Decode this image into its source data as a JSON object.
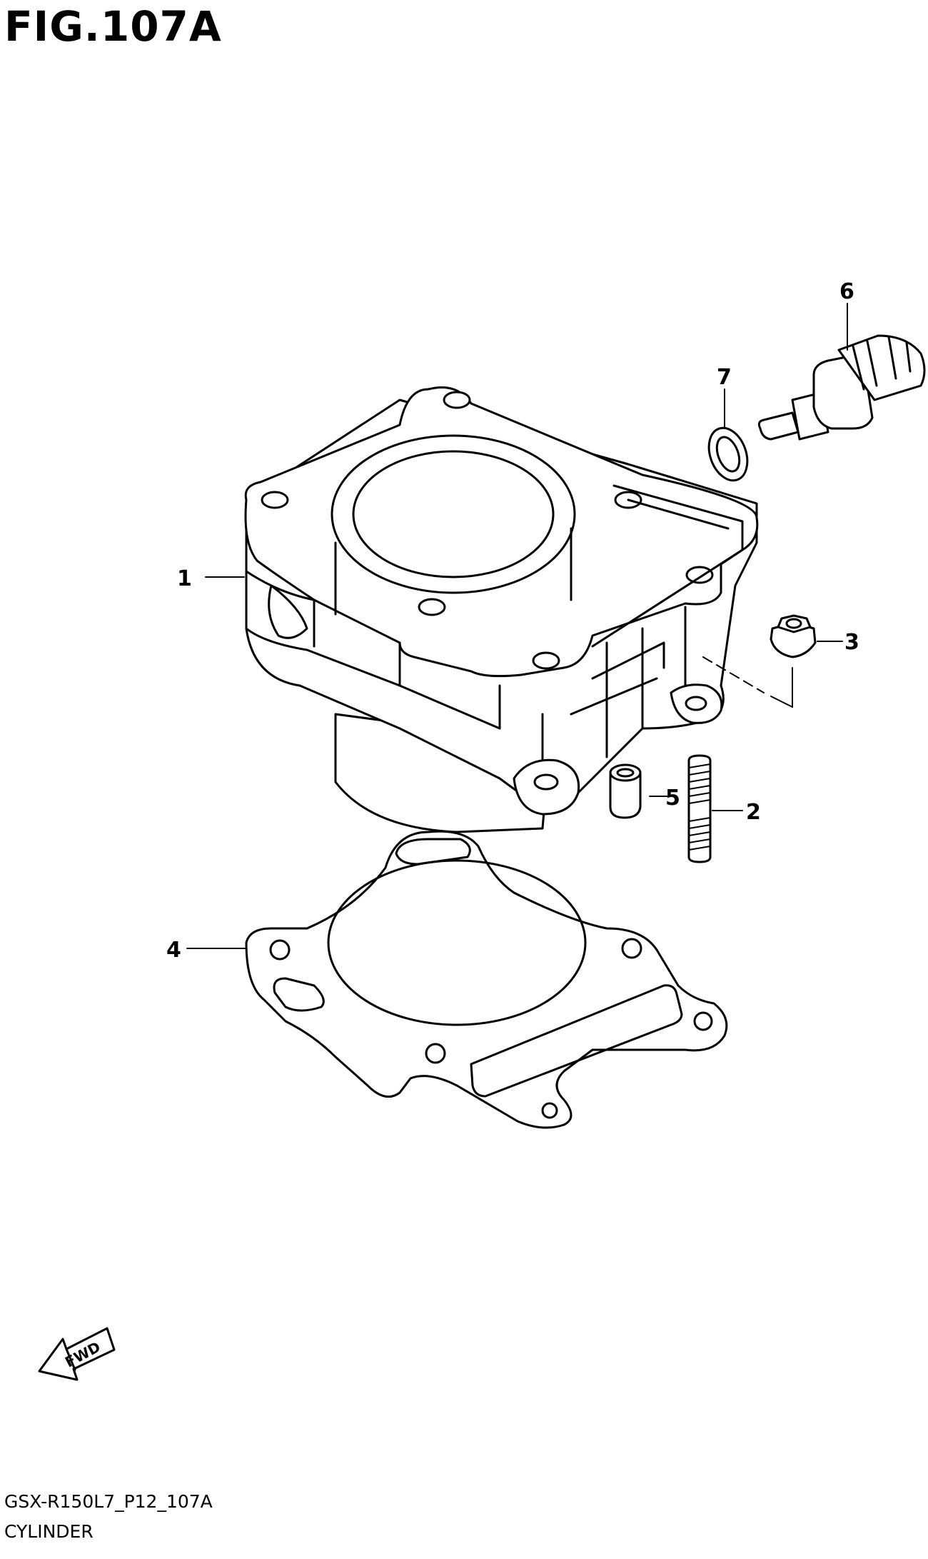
{
  "figure": {
    "title": "FIG.107A"
  },
  "callouts": [
    {
      "id": "1",
      "text": "1"
    },
    {
      "id": "2",
      "text": "2"
    },
    {
      "id": "3",
      "text": "3"
    },
    {
      "id": "4",
      "text": "4"
    },
    {
      "id": "5",
      "text": "5"
    },
    {
      "id": "6",
      "text": "6"
    },
    {
      "id": "7",
      "text": "7"
    }
  ],
  "direction_marker": {
    "text": "FWD"
  },
  "footer": {
    "code": "GSX-R150L7_P12_107A",
    "name": "CYLINDER"
  }
}
